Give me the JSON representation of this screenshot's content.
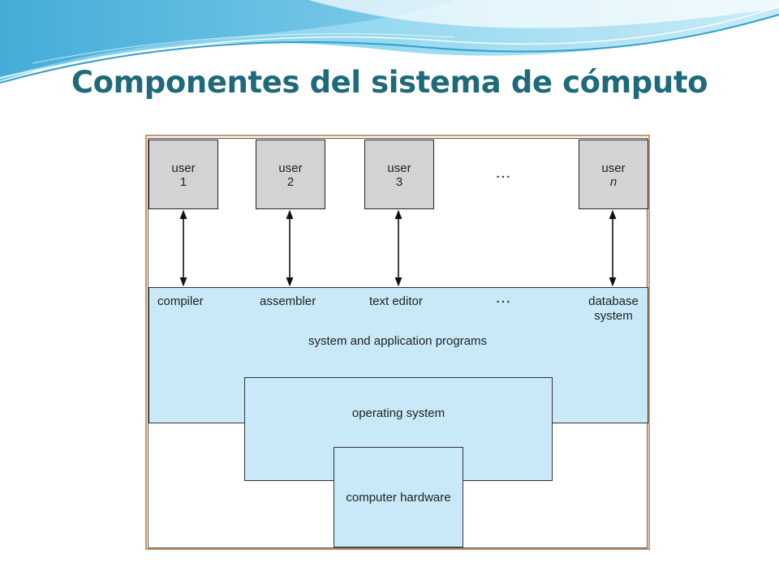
{
  "slide": {
    "title": "Componentes del sistema de cómputo"
  },
  "diagram": {
    "users": [
      {
        "word": "user",
        "id": "1"
      },
      {
        "word": "user",
        "id": "2"
      },
      {
        "word": "user",
        "id": "3"
      },
      {
        "word": "user",
        "id": "n"
      }
    ],
    "ellipsis": "…",
    "programs": [
      "compiler",
      "assembler",
      "text editor"
    ],
    "database_line1": "database",
    "database_line2": "system",
    "layer_programs": "system and application programs",
    "layer_os": "operating system",
    "layer_hardware": "computer hardware"
  },
  "colors": {
    "title": "#1f6a7a",
    "user_fill": "#d3d3d3",
    "layer_fill": "#c9e9f8",
    "frame_border": "#c8956a"
  }
}
